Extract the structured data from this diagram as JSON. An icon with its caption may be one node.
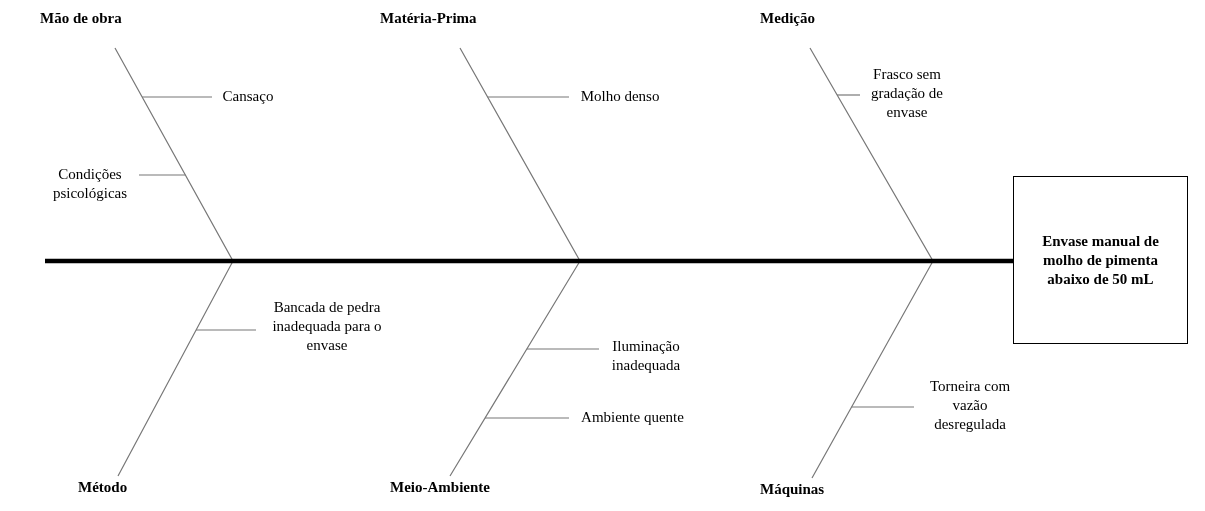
{
  "diagram": {
    "nodes": [
      {
        "text": [
          "Envase manual de molho de pimenta abaixo de 50 mL"
        ]
      },
      {
        "text": [
          "Mão de obra"
        ]
      },
      {
        "text": [
          "Cansaço"
        ]
      },
      {
        "text": [
          "Condições psicológicas"
        ]
      },
      {
        "text": [
          "Matéria-Prima"
        ]
      },
      {
        "text": [
          "Molho denso"
        ]
      },
      {
        "text": [
          "Medição"
        ]
      },
      {
        "text": [
          "Frasco sem gradação de envase"
        ]
      },
      {
        "text": [
          "Método"
        ]
      },
      {
        "text": [
          "Bancada de pedra inadequada para o envase"
        ]
      },
      {
        "text": [
          "Meio-Ambiente"
        ]
      },
      {
        "text": [
          "Iluminação inadequada"
        ]
      },
      {
        "text": [
          "Ambiente quente"
        ]
      },
      {
        "text": [
          "Máquinas"
        ]
      },
      {
        "text": [
          "Torneira com vazão desregulada"
        ]
      }
    ],
    "edges": [
      {
        "from": null,
        "to": 0,
        "arrow": "none",
        "style": "thick",
        "color": "#000000"
      },
      {
        "from": 1,
        "to": 0,
        "arrow": "none"
      },
      {
        "from": 4,
        "to": 0,
        "arrow": "none"
      },
      {
        "from": 6,
        "to": 0,
        "arrow": "none"
      },
      {
        "from": 8,
        "to": 0,
        "arrow": "none"
      },
      {
        "from": 10,
        "to": 0,
        "arrow": "none"
      },
      {
        "from": 13,
        "to": 0,
        "arrow": "none"
      },
      {
        "from": 2,
        "to": null,
        "arrow": "none"
      },
      {
        "from": 3,
        "to": null,
        "arrow": "none"
      },
      {
        "from": 5,
        "to": null,
        "arrow": "none"
      },
      {
        "from": 7,
        "to": null,
        "arrow": "none"
      },
      {
        "from": 9,
        "to": null,
        "arrow": "none"
      },
      {
        "from": 11,
        "to": null,
        "arrow": "none"
      },
      {
        "from": 12,
        "to": null,
        "arrow": "none"
      },
      {
        "from": 14,
        "to": null,
        "arrow": "none"
      }
    ]
  }
}
